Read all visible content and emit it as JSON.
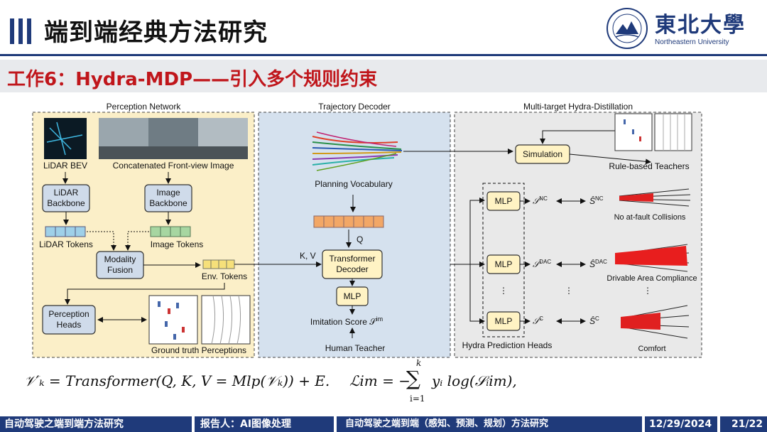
{
  "header": {
    "title": "端到端经典方法研究",
    "logo_cn": "東北大學",
    "logo_en": "Northeastern University",
    "accent": "#1f3a7a"
  },
  "subtitle": "工作6：Hydra-MDP——引入多个规则约束",
  "figure": {
    "sections": {
      "perception": "Perception Network",
      "decoder": "Trajectory Decoder",
      "distill": "Multi-target Hydra-Distillation"
    },
    "perception": {
      "lidar_bev": "LiDAR BEV",
      "front_view": "Concatenated Front-view Image",
      "lidar_backbone_1": "LiDAR",
      "lidar_backbone_2": "Backbone",
      "image_backbone_1": "Image",
      "image_backbone_2": "Backbone",
      "lidar_tokens": "LiDAR Tokens",
      "image_tokens": "Image Tokens",
      "fusion_1": "Modality",
      "fusion_2": "Fusion",
      "env_tokens": "Env. Tokens",
      "heads_1": "Perception",
      "heads_2": "Heads",
      "gt": "Ground truth Perceptions"
    },
    "decoder": {
      "vocab": "Planning Vocabulary",
      "q": "Q",
      "kv": "K, V",
      "transformer_1": "Transformer",
      "transformer_2": "Decoder",
      "mlp": "MLP",
      "imitation": "Imitation Score 𝒮",
      "imitation_sup": "im",
      "human": "Human Teacher"
    },
    "distill": {
      "simulation": "Simulation",
      "teachers": "Rule-based Teachers",
      "mlp": "MLP",
      "s_nc": "𝒮",
      "sup_nc": "NC",
      "s_dac": "𝒮",
      "sup_dac": "DAC",
      "s_c": "𝒮",
      "sup_c": "C",
      "shat": "Ŝ",
      "nc_label": "No at-fault Collisions",
      "dac_label": "Drivable Area Compliance",
      "comfort_label": "Comfort",
      "heads": "Hydra Prediction Heads",
      "dots": "⋮"
    }
  },
  "formula": {
    "left": "𝒱′ₖ = Transformer(Q, K, V = Mlp(𝒱ₖ)) + E.",
    "right_lhs": "ℒim = −",
    "sum_top": "k",
    "sum_bot": "i=1",
    "right_rhs": "yᵢ log(𝒮ᵢim),"
  },
  "footer": {
    "seg1": "自动驾驶之端到端方法研究",
    "seg2": "报告人：AI图像处理",
    "seg3": "自动驾驶之端到端（感知、预测、规划）方法研究",
    "date": "12/29/2024",
    "page": "21/22"
  }
}
